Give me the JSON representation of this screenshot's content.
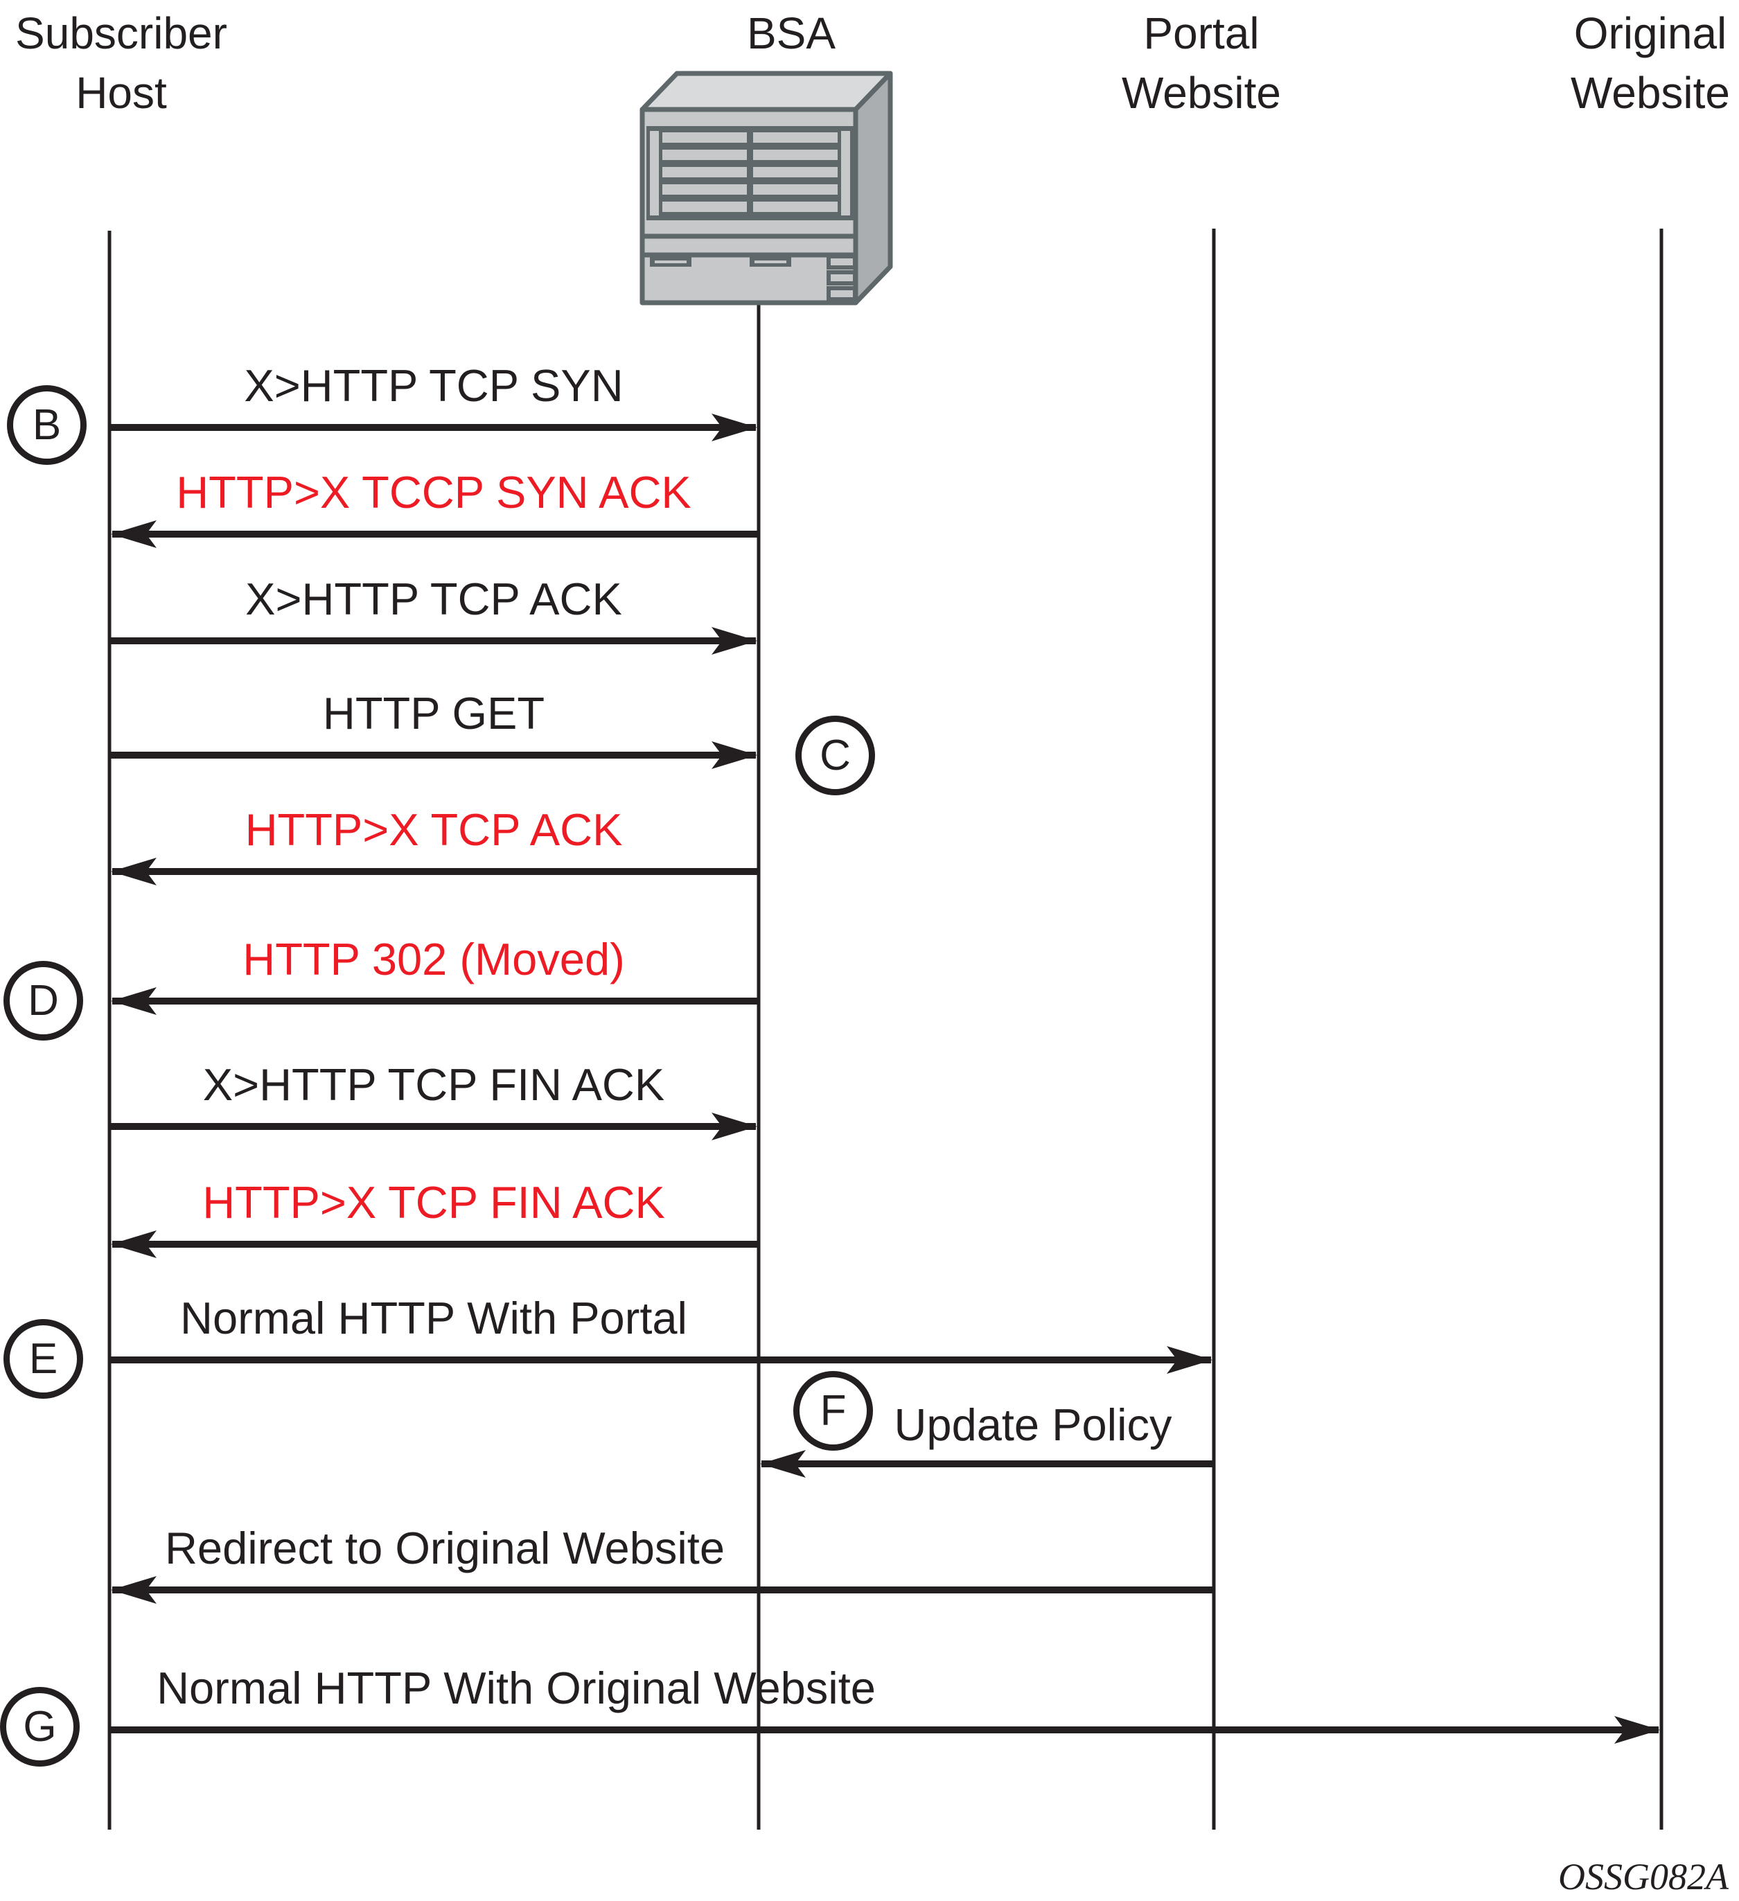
{
  "diagram": {
    "title": "BSA HTTP redirect sequence",
    "colors": {
      "black": "#231F20",
      "red": "#ED1C24",
      "icon_front": "#C6C8CA",
      "icon_top": "#D8DADB",
      "icon_side": "#ABAEB1",
      "icon_frame": "#5E686B"
    },
    "actors": [
      {
        "name": "Subscriber Host",
        "line1": "Subscriber",
        "line2": "Host"
      },
      {
        "name": "BSA",
        "line1": "BSA",
        "line2": ""
      },
      {
        "name": "Portal Website",
        "line1": "Portal",
        "line2": "Website"
      },
      {
        "name": "Original Website",
        "line1": "Original",
        "line2": "Website"
      }
    ],
    "icon": {
      "name": "bsa-router-chassis-icon",
      "actor": "BSA"
    },
    "messages": [
      {
        "label": "X>HTTP TCP SYN",
        "from": "Subscriber Host",
        "to": "BSA",
        "direction": "right",
        "color": "#231F20",
        "step": "B"
      },
      {
        "label": "HTTP>X TCCP SYN ACK",
        "from": "BSA",
        "to": "Subscriber Host",
        "direction": "left",
        "color": "#ED1C24",
        "step": ""
      },
      {
        "label": "X>HTTP TCP ACK",
        "from": "Subscriber Host",
        "to": "BSA",
        "direction": "right",
        "color": "#231F20",
        "step": ""
      },
      {
        "label": "HTTP GET",
        "from": "Subscriber Host",
        "to": "BSA",
        "direction": "right",
        "color": "#231F20",
        "step": "C"
      },
      {
        "label": "HTTP>X TCP ACK",
        "from": "BSA",
        "to": "Subscriber Host",
        "direction": "left",
        "color": "#ED1C24",
        "step": ""
      },
      {
        "label": "HTTP 302 (Moved)",
        "from": "BSA",
        "to": "Subscriber Host",
        "direction": "left",
        "color": "#ED1C24",
        "step": "D"
      },
      {
        "label": "X>HTTP TCP FIN ACK",
        "from": "Subscriber Host",
        "to": "BSA",
        "direction": "right",
        "color": "#231F20",
        "step": ""
      },
      {
        "label": "HTTP>X TCP FIN ACK",
        "from": "BSA",
        "to": "Subscriber Host",
        "direction": "left",
        "color": "#ED1C24",
        "step": ""
      },
      {
        "label": "Normal HTTP With Portal",
        "from": "Subscriber Host",
        "to": "Portal Website",
        "direction": "right",
        "color": "#231F20",
        "step": "E"
      },
      {
        "label": "Update Policy",
        "from": "Portal Website",
        "to": "BSA",
        "direction": "left",
        "color": "#231F20",
        "step": "F"
      },
      {
        "label": "Redirect to Original Website",
        "from": "Portal Website",
        "to": "Subscriber Host",
        "direction": "left",
        "color": "#231F20",
        "step": ""
      },
      {
        "label": "Normal HTTP With Original Website",
        "from": "Subscriber Host",
        "to": "Original Website",
        "direction": "right",
        "color": "#231F20",
        "step": "G"
      }
    ],
    "steps": [
      {
        "letter": "B"
      },
      {
        "letter": "C"
      },
      {
        "letter": "D"
      },
      {
        "letter": "E"
      },
      {
        "letter": "F"
      },
      {
        "letter": "G"
      }
    ],
    "watermark": "OSSG082A"
  }
}
